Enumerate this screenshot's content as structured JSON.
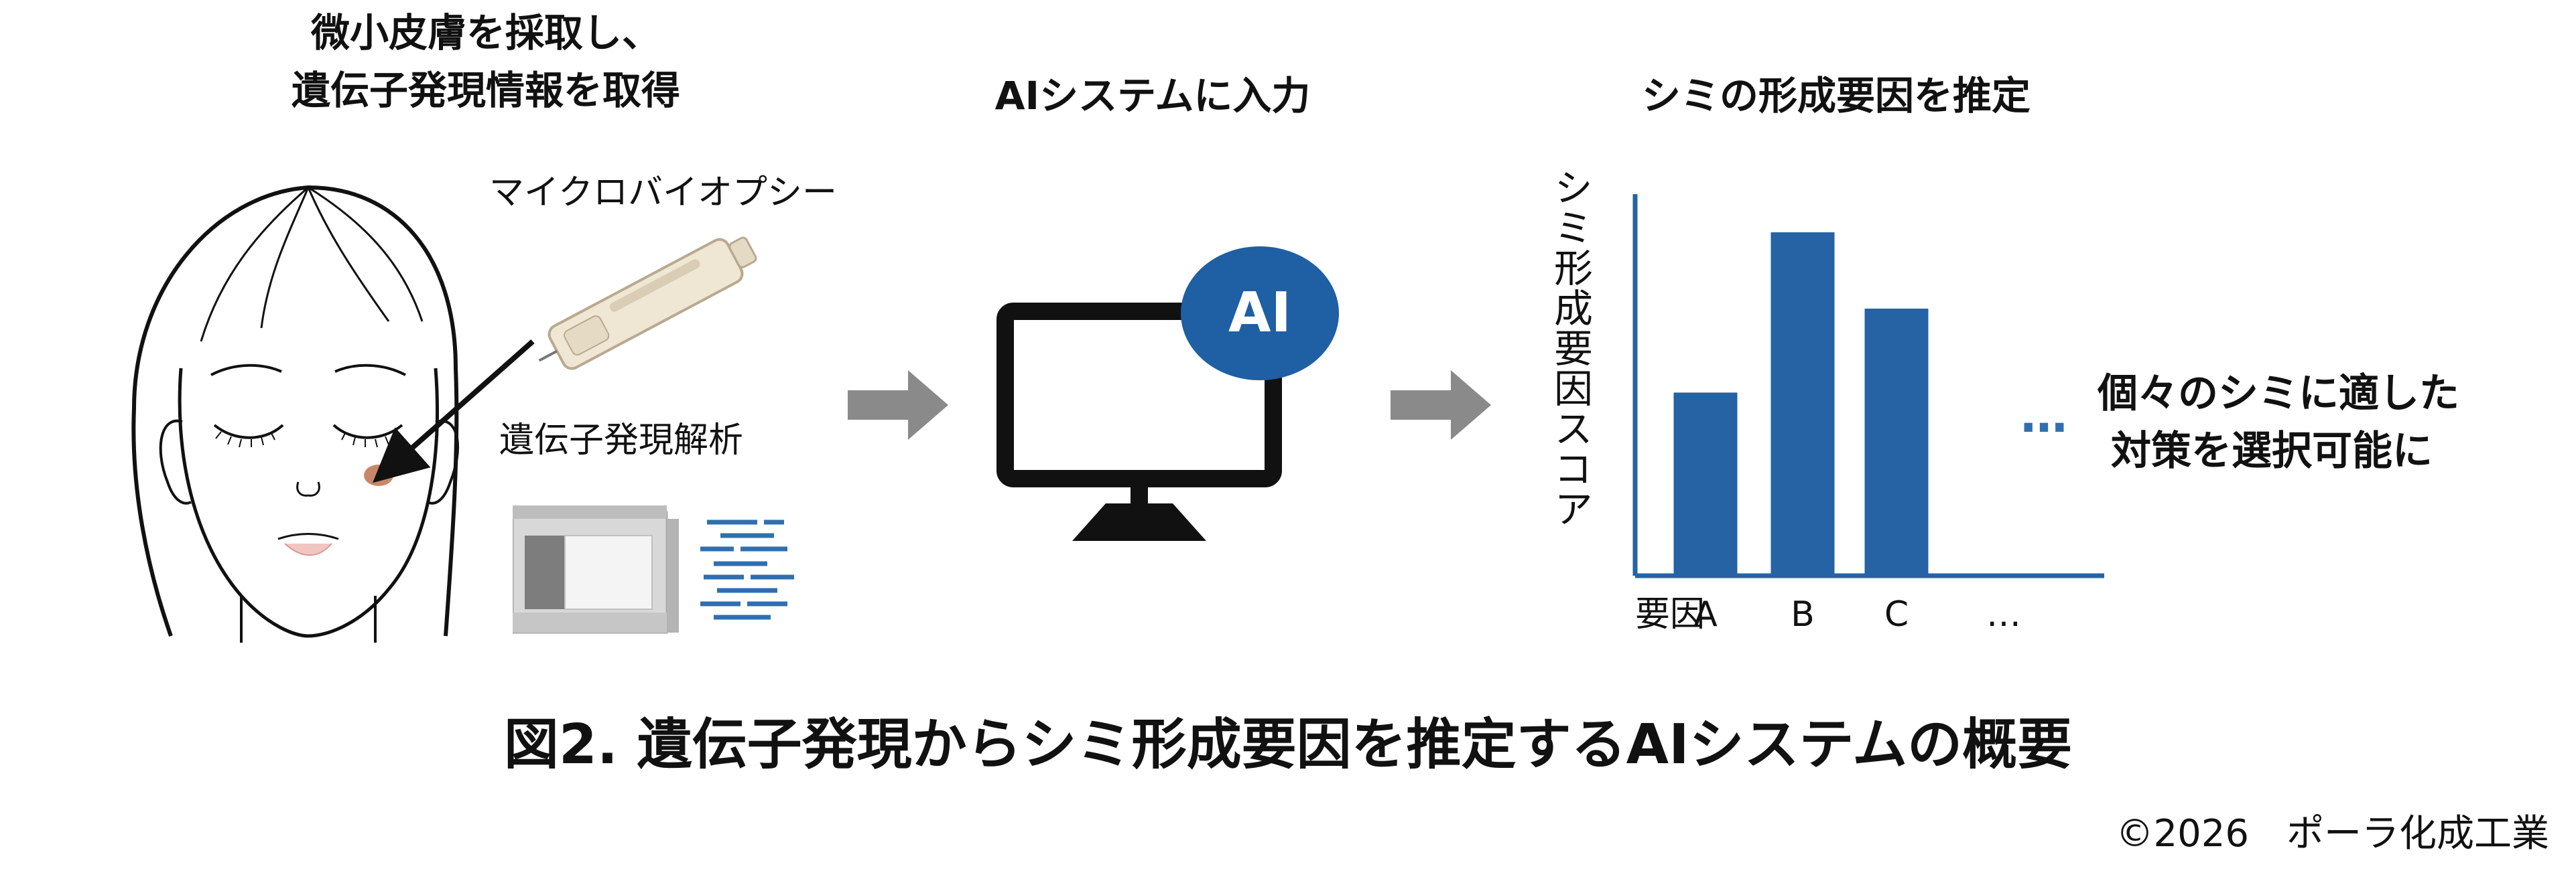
{
  "step1": {
    "heading_line1": "微小皮膚を採取し、",
    "heading_line2": "遺伝子発現情報を取得",
    "device_label": "マイクロバイオプシー",
    "analysis_label": "遺伝子発現解析"
  },
  "step2": {
    "heading": "AIシステムに入力",
    "badge": "AI"
  },
  "step3": {
    "heading": "シミの形成要因を推定",
    "y_axis_label": "シミ形成要因スコア",
    "x_axis_prefix": "要因",
    "ellipsis": "…",
    "outcome_line1": "個々のシミに適した",
    "outcome_line2": "対策を選択可能に"
  },
  "caption": "図2. 遺伝子発現からシミ形成要因を推定するAIシステムの概要",
  "copyright": "©2026　ポーラ化成工業",
  "colors": {
    "bar": "#2563a4",
    "arrow": "#8a8a8a",
    "monitor": "#111111",
    "badge": "#1f5fa3",
    "dash": "#2f6fb0"
  },
  "chart_data": {
    "type": "bar",
    "categories": [
      "A",
      "B",
      "C",
      "…"
    ],
    "values": [
      0.48,
      0.9,
      0.7,
      null
    ],
    "xlabel": "要因",
    "ylabel": "シミ形成要因スコア",
    "ylim": [
      0,
      1
    ],
    "grid": false,
    "legend": "none"
  }
}
